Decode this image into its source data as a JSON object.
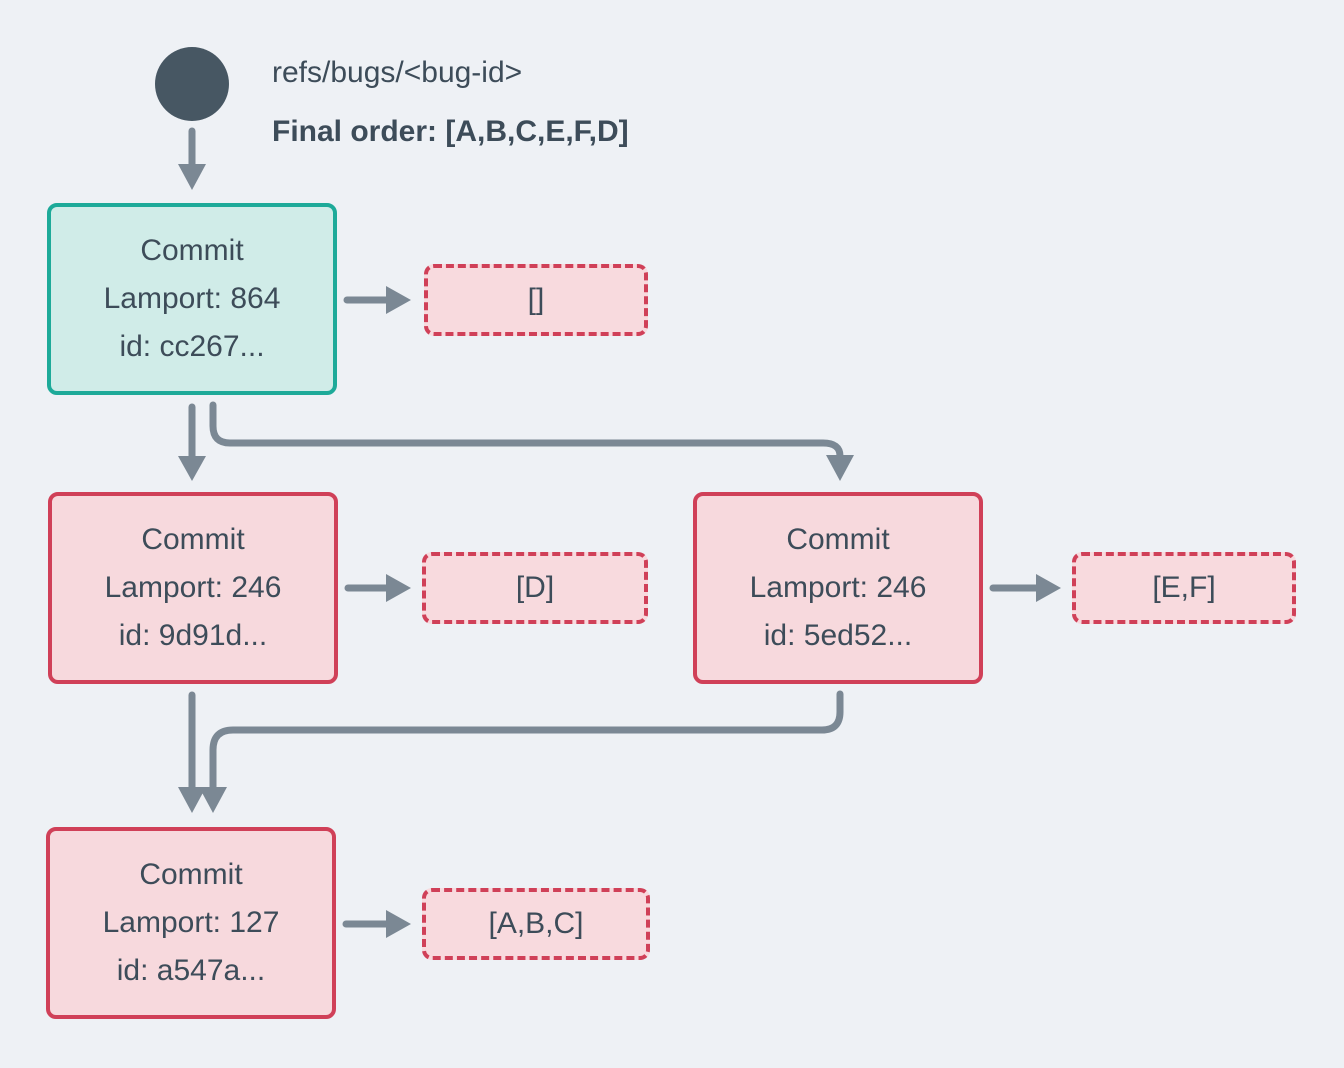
{
  "theme": {
    "background": "#eef1f5",
    "node-color": "#475763",
    "text-color": "#3d4c59",
    "arrow-color": "#7b8894",
    "head-border": "#1daa99",
    "head-fill": "#d0ece8",
    "commit-border": "#d04058",
    "commit-fill": "#f7d9dd",
    "ops-border": "#d04058",
    "ops-fill": "#f8dade"
  },
  "diagram": {
    "ref": {
      "path": "refs/bugs/<bug-id>",
      "final_order": "Final order: [A,B,C,E,F,D]"
    },
    "commits": [
      {
        "title": "Commit",
        "lamport": "Lamport: 864",
        "id_line": "id: cc267...",
        "ops": "[]"
      },
      {
        "title": "Commit",
        "lamport": "Lamport: 246",
        "id_line": "id: 9d91d...",
        "ops": "[D]"
      },
      {
        "title": "Commit",
        "lamport": "Lamport: 246",
        "id_line": "id: 5ed52...",
        "ops": "[E,F]"
      },
      {
        "title": "Commit",
        "lamport": "Lamport: 127",
        "id_line": "id: a547a...",
        "ops": "[A,B,C]"
      }
    ]
  }
}
